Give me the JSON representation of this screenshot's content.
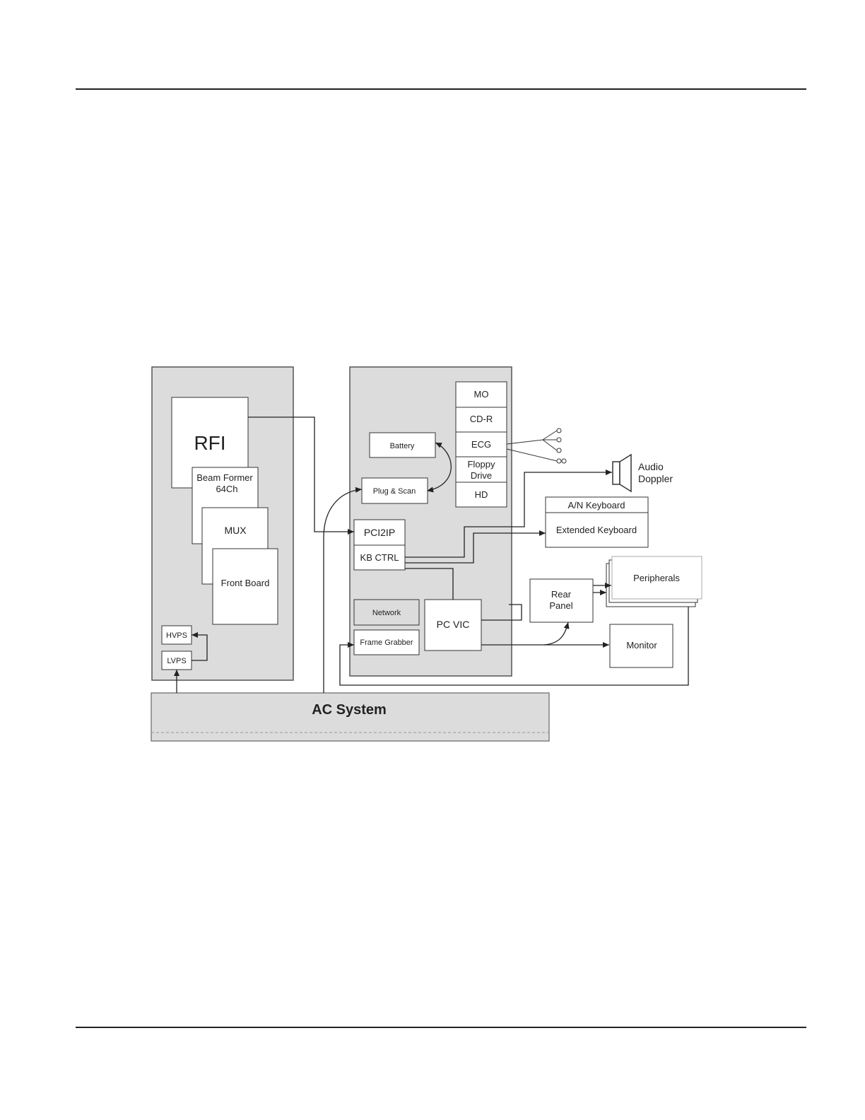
{
  "diagram": {
    "rfi": {
      "rfi_label": "RFI",
      "beam_former": [
        "Beam Former",
        "64Ch"
      ],
      "mux": "MUX",
      "front_board": "Front Board",
      "hvps": "HVPS",
      "lvps": "LVPS"
    },
    "pc": {
      "battery": "Battery",
      "plug_scan": "Plug & Scan",
      "pci2ip": "PCI2IP",
      "kb_ctrl": "KB CTRL",
      "network": "Network",
      "frame_grabber": "Frame Grabber",
      "pc_vic": "PC VIC",
      "drives": {
        "mo": "MO",
        "cdr": "CD-R",
        "ecg": "ECG",
        "floppy": [
          "Floppy",
          "Drive"
        ],
        "hd": "HD"
      }
    },
    "external": {
      "audio_doppler": [
        "Audio",
        "Doppler"
      ],
      "an_keyboard": "A/N Keyboard",
      "extended_keyboard": "Extended Keyboard",
      "rear_panel": [
        "Rear",
        "Panel"
      ],
      "peripherals": "Peripherals",
      "monitor": "Monitor"
    },
    "ac_system": "AC System"
  },
  "colors": {
    "panel_fill": "#dcdcdc",
    "box_fill": "#ffffff",
    "line": "#222222"
  }
}
